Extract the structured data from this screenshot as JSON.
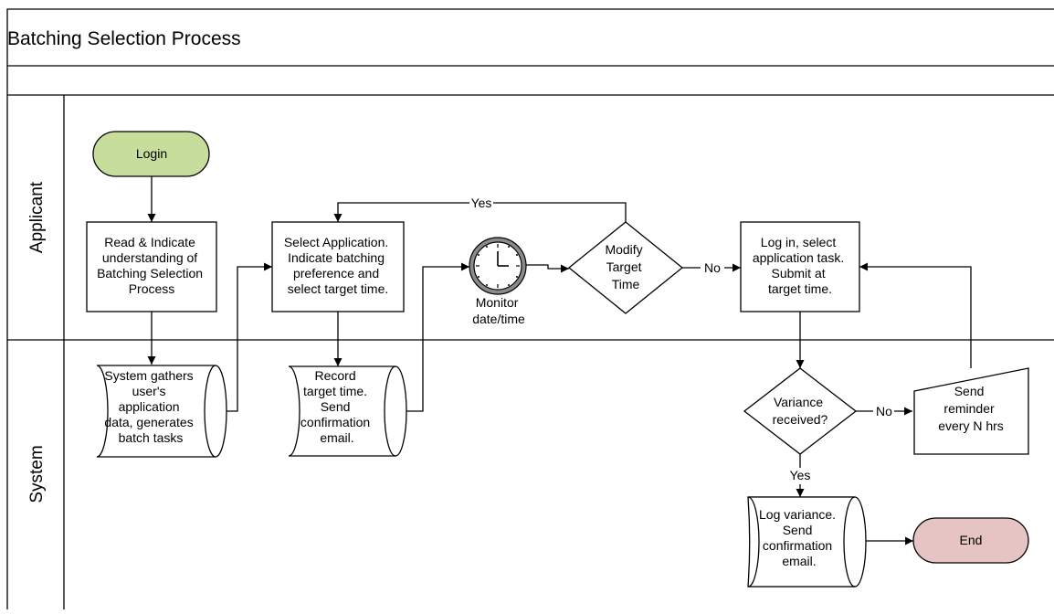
{
  "diagram": {
    "title": "Batching Selection Process",
    "lanes": [
      {
        "id": "applicant",
        "label": "Applicant"
      },
      {
        "id": "system",
        "label": "System"
      }
    ],
    "nodes": {
      "login": {
        "shape": "terminator",
        "lines": [
          "Login"
        ],
        "fill": "#c6dd9b"
      },
      "read": {
        "shape": "process",
        "lines": [
          "Read & Indicate",
          "understanding of",
          "Batching Selection",
          "Process"
        ]
      },
      "select_app": {
        "shape": "process",
        "lines": [
          "Select Application.",
          "Indicate batching",
          "preference and",
          "select target time."
        ]
      },
      "monitor": {
        "shape": "timer",
        "lines": [
          "Monitor",
          "date/time"
        ]
      },
      "modify": {
        "shape": "decision",
        "lines": [
          "Modify",
          "Target",
          "Time"
        ]
      },
      "login_task": {
        "shape": "process",
        "lines": [
          "Log in, select",
          "application task.",
          "Submit at",
          "target time."
        ]
      },
      "gather": {
        "shape": "storage",
        "lines": [
          "System gathers",
          "user's",
          "application",
          "data, generates",
          "batch tasks"
        ]
      },
      "record": {
        "shape": "storage",
        "lines": [
          "Record",
          "target time.",
          "Send",
          "confirmation",
          "email."
        ]
      },
      "variance": {
        "shape": "decision",
        "lines": [
          "Variance",
          "received?"
        ]
      },
      "reminder": {
        "shape": "manual-input",
        "lines": [
          "Send",
          "reminder",
          "every N hrs"
        ]
      },
      "log_variance": {
        "shape": "storage",
        "lines": [
          "Log variance.",
          "Send",
          "confirmation",
          "email."
        ]
      },
      "end": {
        "shape": "terminator",
        "lines": [
          "End"
        ],
        "fill": "#e6c4c4"
      }
    },
    "edges": [
      {
        "id": "login-read",
        "from": "login",
        "to": "read",
        "label": ""
      },
      {
        "id": "read-gather",
        "from": "read",
        "to": "gather",
        "label": ""
      },
      {
        "id": "gather-select",
        "from": "gather",
        "to": "select_app",
        "label": ""
      },
      {
        "id": "select-record",
        "from": "select_app",
        "to": "record",
        "label": ""
      },
      {
        "id": "record-monitor",
        "from": "record",
        "to": "monitor",
        "label": ""
      },
      {
        "id": "monitor-modify",
        "from": "monitor",
        "to": "modify",
        "label": ""
      },
      {
        "id": "modify-select",
        "from": "modify",
        "to": "select_app",
        "label": "Yes"
      },
      {
        "id": "modify-login",
        "from": "modify",
        "to": "login_task",
        "label": "No"
      },
      {
        "id": "login-variance",
        "from": "login_task",
        "to": "variance",
        "label": ""
      },
      {
        "id": "variance-reminder",
        "from": "variance",
        "to": "reminder",
        "label": "No"
      },
      {
        "id": "reminder-login",
        "from": "reminder",
        "to": "login_task",
        "label": ""
      },
      {
        "id": "variance-log",
        "from": "variance",
        "to": "log_variance",
        "label": "Yes"
      },
      {
        "id": "log-end",
        "from": "log_variance",
        "to": "end",
        "label": ""
      }
    ]
  }
}
